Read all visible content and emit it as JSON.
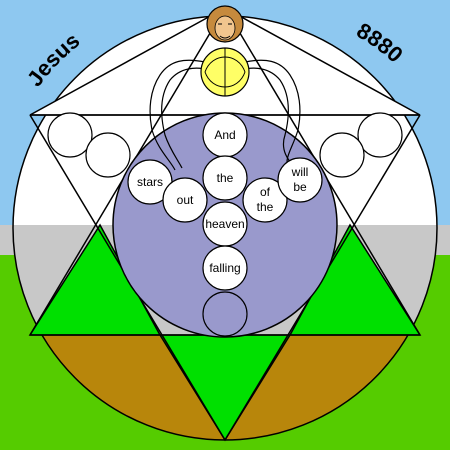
{
  "corner_labels": {
    "left": "Jesus",
    "right": "8880"
  },
  "words": [
    {
      "key": "and",
      "text": "And"
    },
    {
      "key": "the-1",
      "text": "the"
    },
    {
      "key": "stars",
      "text": "stars"
    },
    {
      "key": "out",
      "text": "out"
    },
    {
      "key": "of",
      "text": "of"
    },
    {
      "key": "the-2",
      "text": "the"
    },
    {
      "key": "will",
      "text": "will"
    },
    {
      "key": "be",
      "text": "be"
    },
    {
      "key": "heaven",
      "text": "heaven"
    },
    {
      "key": "falling",
      "text": "falling"
    }
  ],
  "colors": {
    "sky": "#8ec8f0",
    "horizon": "#c8c8c8",
    "grass": "#55cc00",
    "earth": "#b8860b",
    "star_green": "#00e000",
    "disc": "#9999cc",
    "head": "#c68a3d",
    "halo": "#ffff66"
  }
}
